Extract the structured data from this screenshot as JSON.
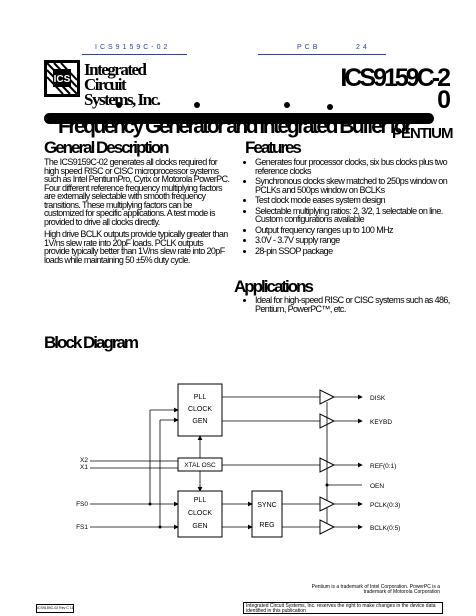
{
  "header": {
    "doc_ref": "ICS9159C-02",
    "pcb_label": "PCB",
    "pcb_value": "24"
  },
  "company": {
    "logo_text": "ICS",
    "line1": "Integrated",
    "line2": "Circuit",
    "line3": "Systems, Inc."
  },
  "part_number": {
    "line1": "ICS9159C-2",
    "line2": "0"
  },
  "title": "Frequency Generator and Integrated Buffer for",
  "title_right": "PENTIUM",
  "sections": {
    "general_description_heading": "General Description",
    "features_heading": "Features",
    "applications_heading": "Applications",
    "block_diagram_heading": "Block Diagram"
  },
  "general_description": [
    "The ICS9159C-02 generates all clocks required for high speed RISC or CISC microprocessor systems such as Intel PentiumPro, Cyrix or Motorola PowerPC. Four different reference frequency multiplying factors are externally selectable with smooth frequency transitions. These multiplying factors can be customized for specific applications. A test mode is provided to drive all clocks directly.",
    "High drive BCLK outputs provide typically greater than 1V/ns slew rate into 20pF loads. PCLK outputs provide typically better than 1V/ns slew rate into 20pF loads while maintaining 50 ±5% duty cycle."
  ],
  "features": [
    "Generates four processor clocks, six bus clocks plus two reference clocks",
    "Synchronous clocks skew matched to 250ps window on PCLKs and 500ps window on BCLKs",
    "Test clock mode eases system design",
    "Selectable multiplying ratios: 2, 3/2, 1 selectable on line. Custom configurations available",
    "Output frequency ranges up to 100 MHz",
    "3.0V - 3.7V supply range",
    "28-pin SSOP package"
  ],
  "applications": [
    "Ideal for high-speed RISC or CISC systems such as 486, Pentium, PowerPC™, etc."
  ],
  "block_diagram": {
    "pll_top": [
      "PLL",
      "CLOCK",
      "GEN"
    ],
    "pll_bottom": [
      "PLL",
      "CLOCK",
      "GEN"
    ],
    "xtal_osc": "XTAL OSC",
    "sync_reg": [
      "SYNC",
      "REG"
    ],
    "inputs": {
      "x2": "X2",
      "x1": "X1",
      "fs0": "FS0",
      "fs1": "FS1"
    },
    "outputs": {
      "disk": "DISK",
      "keybd": "KEYBD",
      "ref": "REF(0:1)",
      "oen": "OEN",
      "pclk": "PCLK(0:3)",
      "bclk": "BCLK(0:5)"
    }
  },
  "footer": {
    "trademark_note": "Pentium is a trademark of Intel Corporation. PowerPC is a trademark of Motorola Corporation",
    "left_note": "ICS9159C-02 Rev C 11/07/97",
    "disclaimer": "Integrated Circuit Systems, Inc. reserves the right to make changes in the device data identified in this publication"
  }
}
